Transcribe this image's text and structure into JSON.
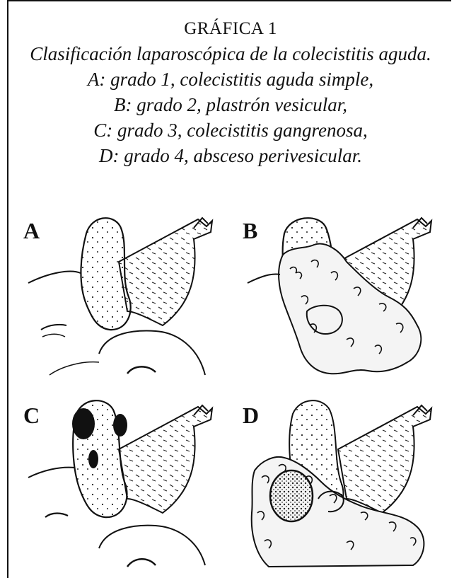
{
  "figure": {
    "title_word": "GRÁFICA",
    "title_number": "1",
    "caption_lines": [
      "Clasificación laparoscópica de la colecistitis aguda.",
      "A: grado 1, colecistitis aguda simple,",
      "B: grado 2, plastrón vesicular,",
      "C: grado 3, colecistitis gangrenosa,",
      "D: grado 4, absceso perivesicular."
    ]
  },
  "panels": [
    {
      "letter": "A"
    },
    {
      "letter": "B"
    },
    {
      "letter": "C"
    },
    {
      "letter": "D"
    }
  ]
}
